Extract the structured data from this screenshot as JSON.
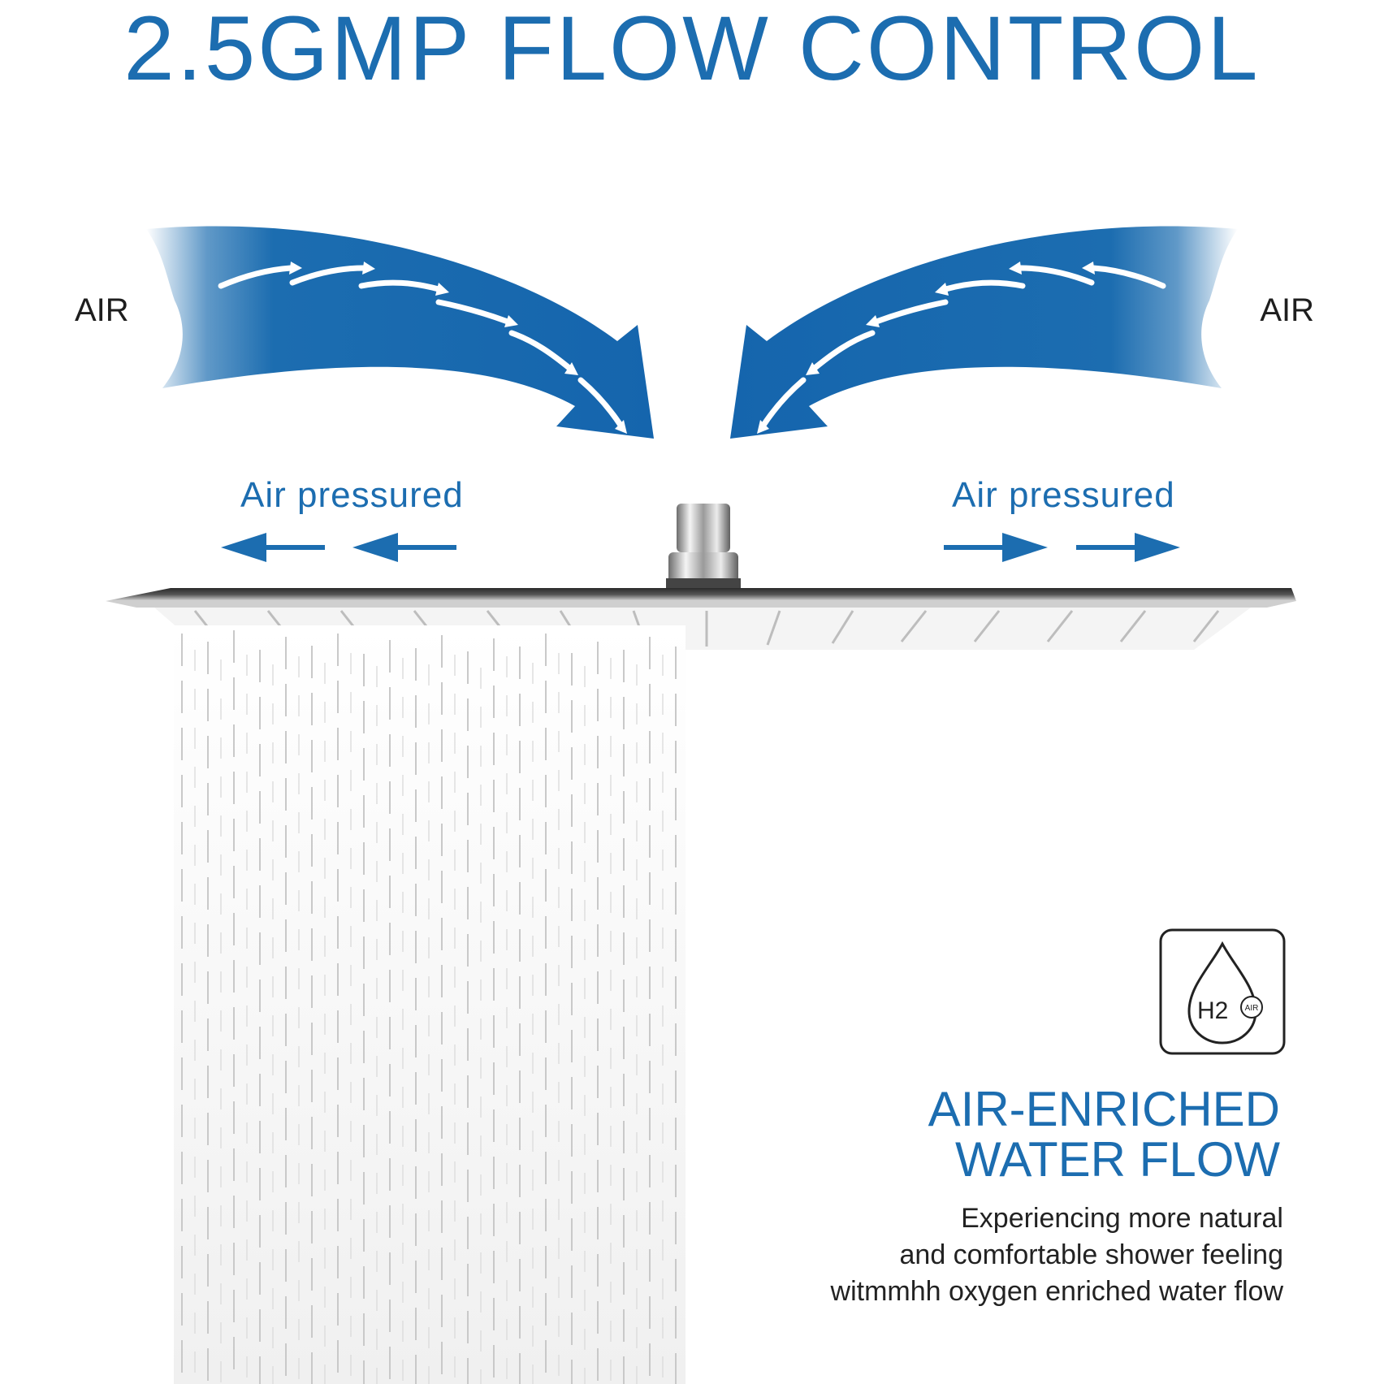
{
  "colors": {
    "brand_blue": "#1c6db0",
    "text_dark": "#1e1e1e"
  },
  "headline": "2.5GMP FLOW CONTROL",
  "air_labels": {
    "left": "AIR",
    "right": "AIR"
  },
  "pressure_labels": {
    "left": "Air pressured",
    "right": "Air pressured"
  },
  "badge": {
    "icon": "water-drop-h2-air-icon",
    "h2_text": "H2",
    "air_text": "AIR"
  },
  "feature": {
    "title_line1": "AIR-ENRICHED",
    "title_line2": "WATER FLOW",
    "desc_line1": "Experiencing more natural",
    "desc_line2": "and comfortable shower feeling",
    "desc_line3": "witmmhh oxygen enriched water flow"
  }
}
